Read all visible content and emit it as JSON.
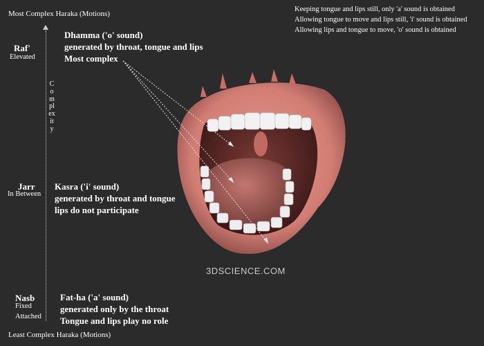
{
  "axis": {
    "top_title": "Most Complex Haraka (Motions)",
    "bottom_title": "Least Complex Haraka (Motions)",
    "label": "Complexity"
  },
  "notes": [
    "Keeping tongue and lips still, only 'a' sound is obtained",
    "Allowing tongue to move and  lips still, 'i' sound is obtained",
    "Allowing lips and tongue to move, 'o' sound is obtained"
  ],
  "cases": {
    "raf": {
      "name": "Raf'",
      "sub": "Elevated"
    },
    "jarr": {
      "name": "Jarr",
      "sub": "In Between"
    },
    "nasb": {
      "name": "Nasb",
      "sub1": "Fixed",
      "sub2": "Attached"
    }
  },
  "sounds": {
    "dhamma": {
      "line1": "Dhamma ('o' sound)",
      "line2": "generated by throat, tongue and lips",
      "line3": "Most complex"
    },
    "kasra": {
      "line1": "Kasra ('i' sound)",
      "line2": "generated by throat and tongue",
      "line3": "lips do not participate"
    },
    "fatha": {
      "line1": "Fat-ha ('a' sound)",
      "line2": "generated only by the throat",
      "line3": "Tongue and lips play no   role"
    }
  },
  "watermark": "3DSCIENCE.COM",
  "colors": {
    "background": "#2b2b2b",
    "lips": "#d9827a",
    "mouth_interior": "#5a2a28",
    "tongue": "#a9605c",
    "teeth": "#f2f2f2"
  }
}
